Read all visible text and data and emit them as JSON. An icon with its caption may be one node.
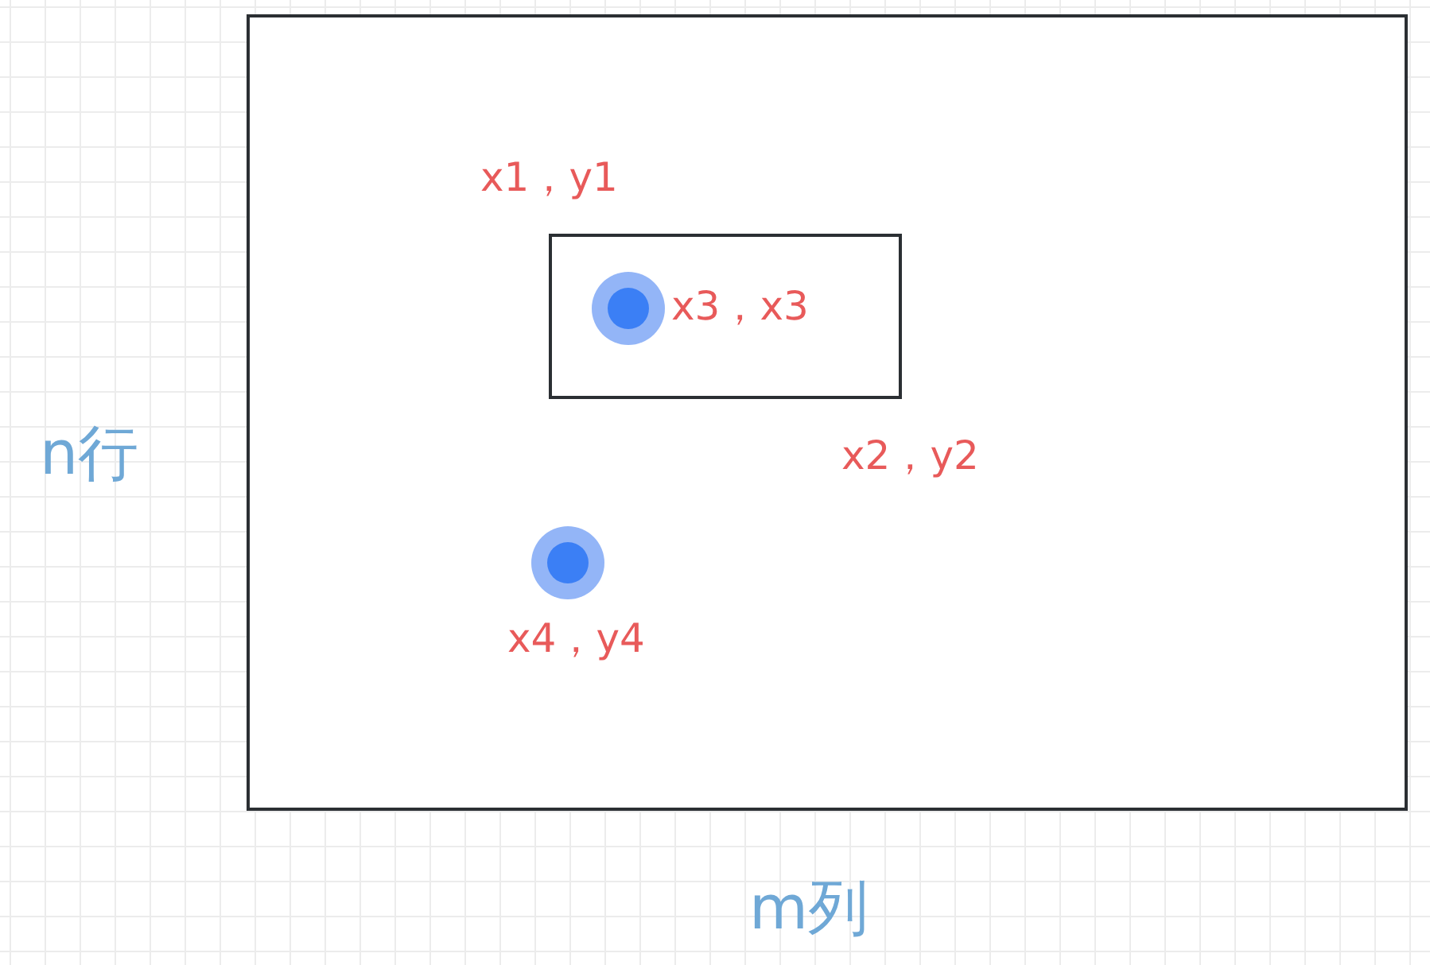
{
  "diagram": {
    "nodes": [
      {
        "text": [],
        "shape": "box"
      },
      {
        "text": [],
        "shape": "box",
        "in": 0
      },
      {
        "text": [],
        "shape": "circle",
        "in": 1,
        "beside": [
          "x3，x3"
        ]
      },
      {
        "text": [],
        "shape": "circle",
        "in": 0,
        "beside": [
          "x4，y4"
        ]
      }
    ],
    "labels": [
      "x1，y1",
      "x2，y2",
      "n行",
      "m列"
    ]
  }
}
